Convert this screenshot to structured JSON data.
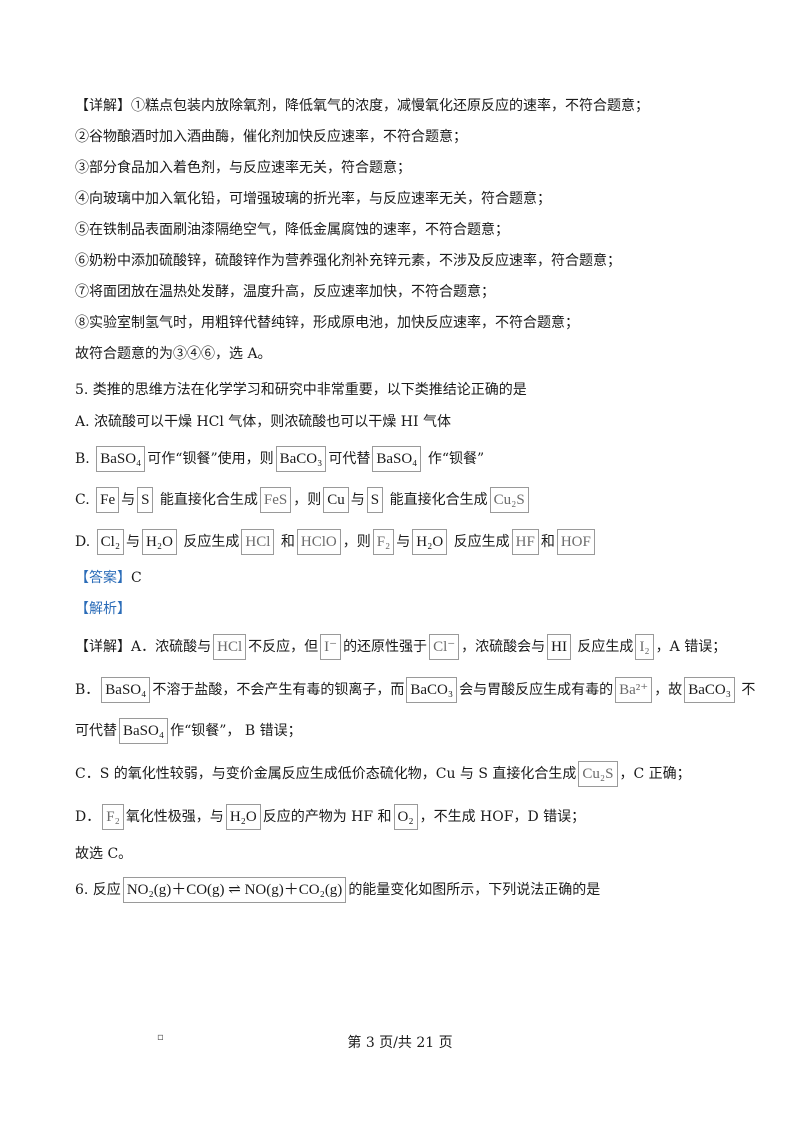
{
  "lines": {
    "l01": {
      "tag": "【详解】",
      "text": "①糕点包装内放除氧剂，降低氧气的浓度，减慢氧化还原反应的速率，不符合题意；"
    },
    "l02": "②谷物酿酒时加入酒曲酶，催化剂加快反应速率，不符合题意；",
    "l03": "③部分食品加入着色剂，与反应速率无关，符合题意；",
    "l04": "④向玻璃中加入氧化铅，可增强玻璃的折光率，与反应速率无关，符合题意；",
    "l05": "⑤在铁制品表面刷油漆隔绝空气，降低金属腐蚀的速率，不符合题意；",
    "l06": "⑥奶粉中添加硫酸锌，硫酸锌作为营养强化剂补充锌元素，不涉及反应速率，符合题意；",
    "l07": "⑦将面团放在温热处发酵，温度升高，反应速率加快，不符合题意；",
    "l08": "⑧实验室制氢气时，用粗锌代替纯锌，形成原电池，加快反应速率，不符合题意；",
    "l09": "故符合题意的为③④⑥，选 A。",
    "l10": "5. 类推的思维方法在化学学习和研究中非常重要，以下类推结论正确的是",
    "l11": "A. 浓硫酸可以干燥 HCl 气体，则浓硫酸也可以干燥 HI 气体",
    "l12": {
      "p1": "B. ",
      "f1": "BaSO₄",
      "p2": "可作“钡餐”使用，则",
      "f2": "BaCO₃",
      "p3": "可代替",
      "f3": "BaSO₄",
      "p4": " 作“钡餐”"
    },
    "l13": {
      "p1": "C. ",
      "f1": "Fe",
      "p2": "与",
      "f2": "S",
      "p3": " 能直接化合生成",
      "f3": "FeS",
      "p4": "，则",
      "f4": "Cu",
      "p5": "与",
      "f5": "S",
      "p6": " 能直接化合生成",
      "f6": "Cu₂S"
    },
    "l14": {
      "p1": "D. ",
      "f1": "Cl₂",
      "p2": "与",
      "f2": "H₂O",
      "p3": " 反应生成",
      "f3": "HCl",
      "p4": " 和",
      "f4": "HClO",
      "p5": "，则",
      "f5": "F₂",
      "p6": "与",
      "f6": "H₂O",
      "p7": " 反应生成",
      "f7": "HF",
      "p8": "和",
      "f8": "HOF"
    },
    "l15": {
      "tag": "【答案】",
      "text": "C"
    },
    "l16": {
      "tag": "【解析】"
    },
    "l17": {
      "p1": "【详解】A．浓硫酸与",
      "f1": "HCl",
      "p2": "不反应，但",
      "f2": "I⁻",
      "p3": "的还原性强于",
      "f3": "Cl⁻",
      "p4": "，浓硫酸会与",
      "f4": "HI",
      "p5": " 反应生成",
      "f5": "I₂",
      "p6": "，A 错误；"
    },
    "l18": {
      "p1": "B．",
      "f1": "BaSO₄",
      "p2": "不溶于盐酸，不会产生有毒的钡离子，而",
      "f2": "BaCO₃",
      "p3": "会与胃酸反应生成有毒的",
      "f3": "Ba²⁺",
      "p4": "，故",
      "f4": "BaCO₃",
      "p5": " 不"
    },
    "l19": {
      "p1": "可代替",
      "f1": "BaSO₄",
      "p2": "作“钡餐”， B 错误；"
    },
    "l20": {
      "p1": "C．S 的氧化性较弱，与变价金属反应生成低价态硫化物，Cu 与 S 直接化合生成",
      "f1": "Cu₂S",
      "p2": "，C 正确；"
    },
    "l21": {
      "p1": "D．",
      "f1": "F₂",
      "p2": "氧化性极强，与",
      "f2": "H₂O",
      "p3": "反应的产物为 HF 和",
      "f3": "O₂",
      "p4": "，不生成 HOF，D 错误；"
    },
    "l22": "故选 C。",
    "l23": {
      "p1": "6. 反应",
      "f1": "NO₂(g)＋CO(g) ⇌ NO(g)＋CO₂(g)",
      "p2": "的能量变化如图所示，下列说法正确的是"
    }
  },
  "footer": {
    "page": "第 3 页/共 21 页",
    "mark": "▫"
  }
}
